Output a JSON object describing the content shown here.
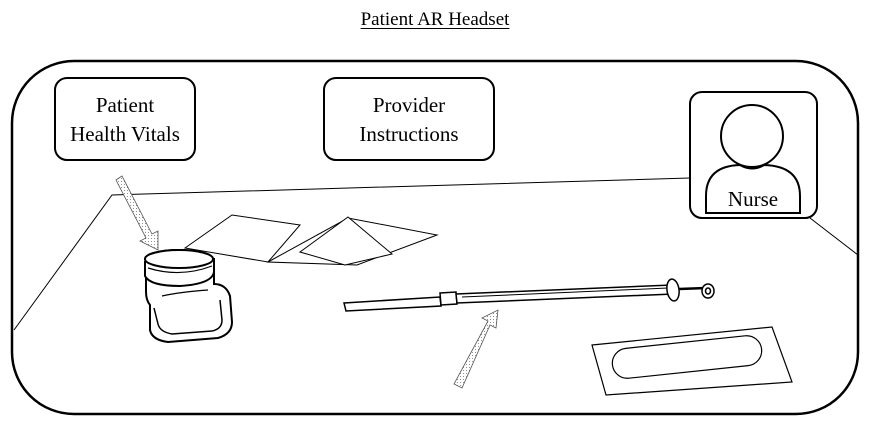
{
  "title": "Patient AR Headset",
  "panels": {
    "vitals": {
      "line1": "Patient",
      "line2": "Health Vitals"
    },
    "instructions": {
      "line1": "Provider",
      "line2": "Instructions"
    }
  },
  "nurse": {
    "label": "Nurse"
  }
}
